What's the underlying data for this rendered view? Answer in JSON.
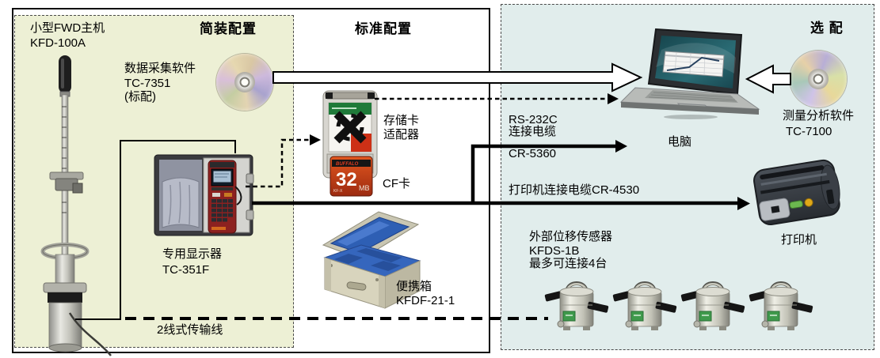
{
  "diagram": {
    "simple_config": {
      "title": "简装配置",
      "fwd_unit": {
        "name": "小型FWD主机",
        "model": "KFD-100A"
      },
      "acquisition_software": {
        "name": "数据采集软件",
        "model": "TC-7351",
        "note": "(标配)"
      },
      "display_unit": {
        "name": "专用显示器",
        "model": "TC-351F"
      },
      "transmission_line_label": "2线式传输线"
    },
    "standard_config": {
      "title": "标准配置",
      "card_adapter": {
        "name_line1": "存储卡",
        "name_line2": "适配器"
      },
      "cf_card": {
        "label": "CF卡",
        "capacity": "32",
        "unit": "MB",
        "brand": "BUFFALO"
      },
      "carry_case": {
        "name": "便携箱",
        "model": "KFDF-21-1"
      }
    },
    "optional_config": {
      "title": "选 配",
      "computer_label": "电脑",
      "analysis_software": {
        "name": "测量分析软件",
        "model": "TC-7100"
      },
      "rs232c_cable": {
        "line1": "RS-232C",
        "line2": "连接电缆",
        "model": "CR-5360"
      },
      "printer_cable_label": "打印机连接电缆CR-4530",
      "printer_label": "打印机",
      "external_sensors": {
        "line1": "外部位移传感器",
        "line2": "KFDS-1B",
        "line3": "最多可连接4台",
        "count": 4
      }
    },
    "colors": {
      "simple_bg": "#edf0d5",
      "optional_bg": "#e1edec",
      "line": "#000000"
    }
  }
}
